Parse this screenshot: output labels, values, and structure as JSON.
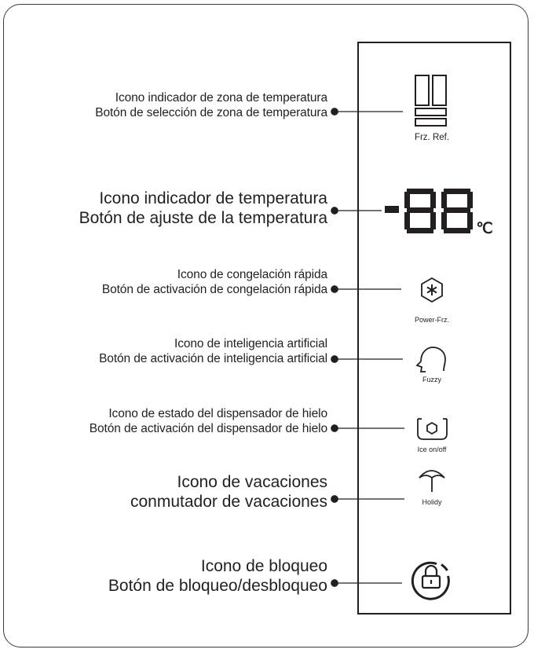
{
  "labels": {
    "zone": {
      "line1": "Icono indicador de zona de temperatura",
      "line2": "Botón de selección de zona de temperatura"
    },
    "temperature": {
      "line1": "Icono indicador de temperatura",
      "line2": "Botón de ajuste de la temperatura"
    },
    "quick_freeze": {
      "line1": "Icono de congelación rápida",
      "line2": "Botón de activación de congelación rápida"
    },
    "ai": {
      "line1": "Icono de inteligencia artificial",
      "line2": "Botón de activación de inteligencia artificial"
    },
    "ice": {
      "line1": "Icono de estado del dispensador de hielo",
      "line2": "Botón de activación del dispensador de hielo"
    },
    "vacation": {
      "line1": "Icono de vacaciones",
      "line2": "conmutador de vacaciones"
    },
    "lock": {
      "line1": "Icono de bloqueo",
      "line2": "Botón de bloqueo/desbloqueo"
    }
  },
  "panel": {
    "zone_caption": "Frz. Ref.",
    "temp_unit": "℃",
    "power_frz_caption": "Power-Frz.",
    "fuzzy_caption": "Fuzzy",
    "ice_caption": "Ice on/off",
    "holiday_caption": "Holidy"
  },
  "icons": [
    "fridge-zone-icon",
    "temperature-display-icon",
    "snowflake-icon",
    "head-icon",
    "ice-cube-icon",
    "umbrella-icon",
    "lock-icon"
  ]
}
